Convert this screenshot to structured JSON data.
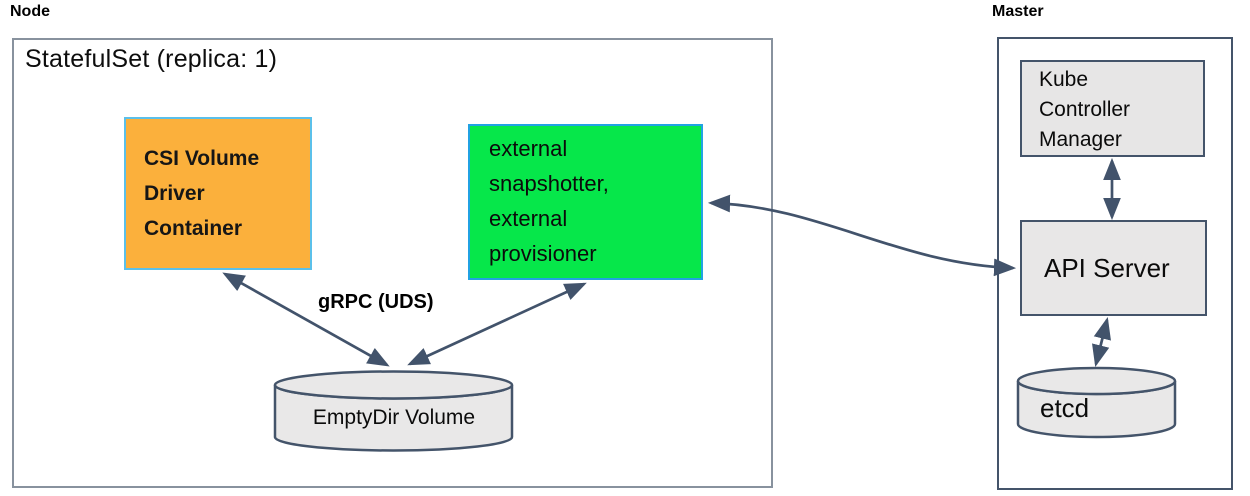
{
  "node_section": {
    "title": "Node",
    "statefulset_title": "StatefulSet (replica: 1)",
    "csi_driver_box": {
      "lines": [
        "CSI Volume",
        "Driver",
        "Container"
      ]
    },
    "external_sidecar_box": {
      "lines": [
        "external",
        "snapshotter,",
        "external",
        "provisioner"
      ]
    },
    "emptydir_volume_label": "EmptyDir Volume",
    "grpc_label": "gRPC (UDS)"
  },
  "master_section": {
    "title": "Master",
    "kube_controller_manager": {
      "lines": [
        "Kube",
        "Controller",
        "Manager"
      ]
    },
    "api_server_label": "API Server",
    "etcd_label": "etcd"
  },
  "connections": [
    "CSI Volume Driver Container <-> EmptyDir Volume",
    "external snapshotter/provisioner <-> EmptyDir Volume",
    "external snapshotter/provisioner <-> API Server",
    "Kube Controller Manager <-> API Server",
    "API Server <-> etcd"
  ],
  "colors": {
    "csi_box_fill": "#FBB03C",
    "csi_box_border": "#5BC0EA",
    "external_box_fill": "#06E74A",
    "external_box_border": "#21A2E2",
    "gray_box_fill": "#E7E6E6",
    "cylinder_fill": "#E9E8E8",
    "dark_box_border": "#44546A",
    "statefulset_border": "#88929E",
    "arrow_color": "#42536B",
    "text_color": "#000000"
  }
}
